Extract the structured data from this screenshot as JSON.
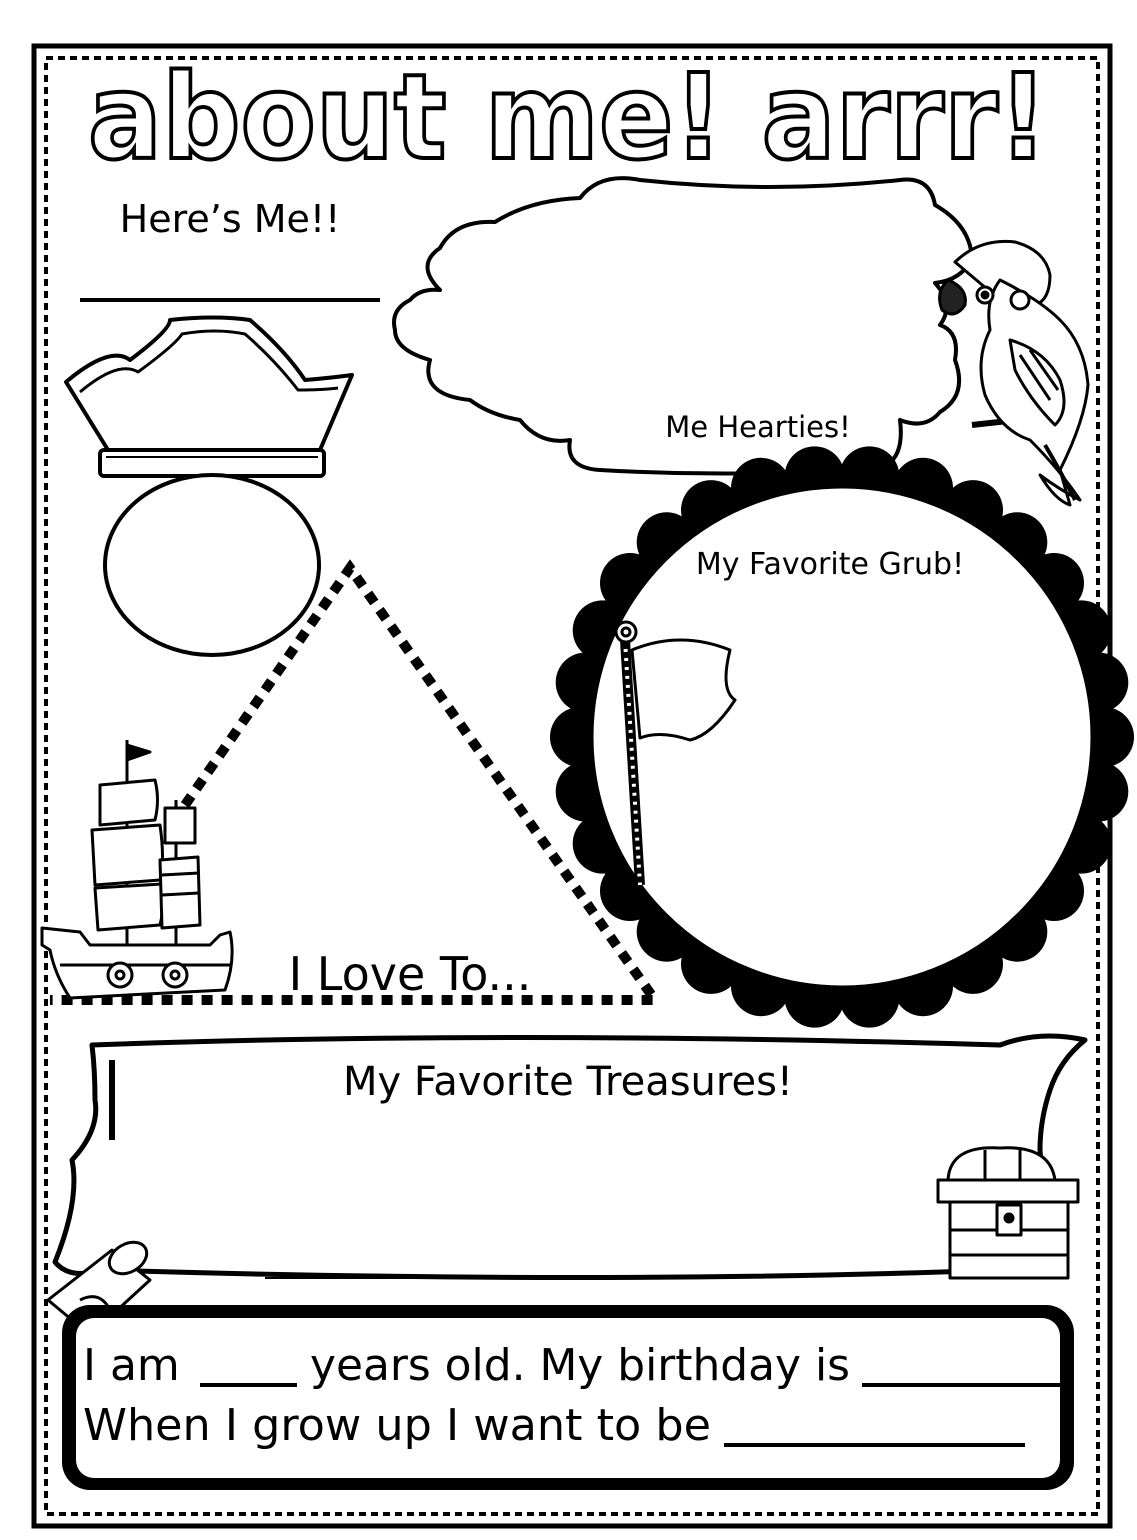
{
  "title": "about me! arrr!",
  "sections": {
    "heres_me": "Here’s Me!!",
    "me_hearties": "Me Hearties!",
    "favorite_grub": "My Favorite Grub!",
    "i_love_to": "I Love To...",
    "favorite_treasures": "My Favorite Treasures!"
  },
  "info_box": {
    "line1_part1": "I am",
    "line1_part2": "years old.  My birthday is",
    "line2": "When I grow up I want to be"
  },
  "illustrations": [
    "pirate-hat-icon",
    "parrot-icon",
    "pirate-ship-icon",
    "flag-icon",
    "treasure-chest-icon",
    "scroll-icon"
  ],
  "colors": {
    "ink": "#000000",
    "paper": "#ffffff"
  }
}
